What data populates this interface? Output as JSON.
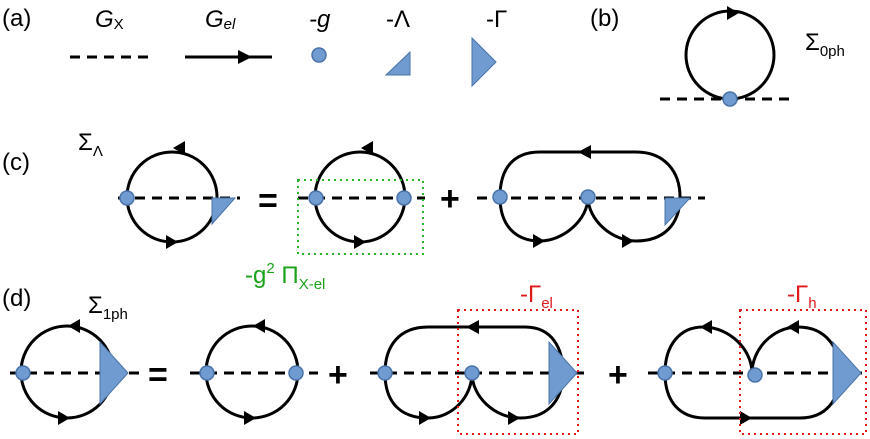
{
  "panels": {
    "a": "(a)",
    "b": "(b)",
    "c": "(c)",
    "d": "(d)"
  },
  "legend": {
    "gx": {
      "main": "G",
      "sub": "X"
    },
    "gel": {
      "main": "G",
      "sub": "el"
    },
    "g": "-g",
    "lambda": "-Λ",
    "gamma": "-Γ"
  },
  "b": {
    "sigma": "Σ",
    "sub": "0ph"
  },
  "c": {
    "sigma": "Σ",
    "sub": "Λ",
    "eq": "=",
    "plus": "+",
    "pi_main": "-g",
    "pi_sup": "2",
    "pi_sym": " Π",
    "pi_sub": "X-el"
  },
  "d": {
    "sigma": "Σ",
    "sub": "1ph",
    "eq": "=",
    "plus1": "+",
    "plus2": "+",
    "gamma_el": "-Γ",
    "gamma_el_sub": "el",
    "gamma_h": "-Γ",
    "gamma_h_sub": "h"
  },
  "colors": {
    "vertex": "#6f9bd1",
    "green": "#1aa31a",
    "red": "#e0191b"
  }
}
